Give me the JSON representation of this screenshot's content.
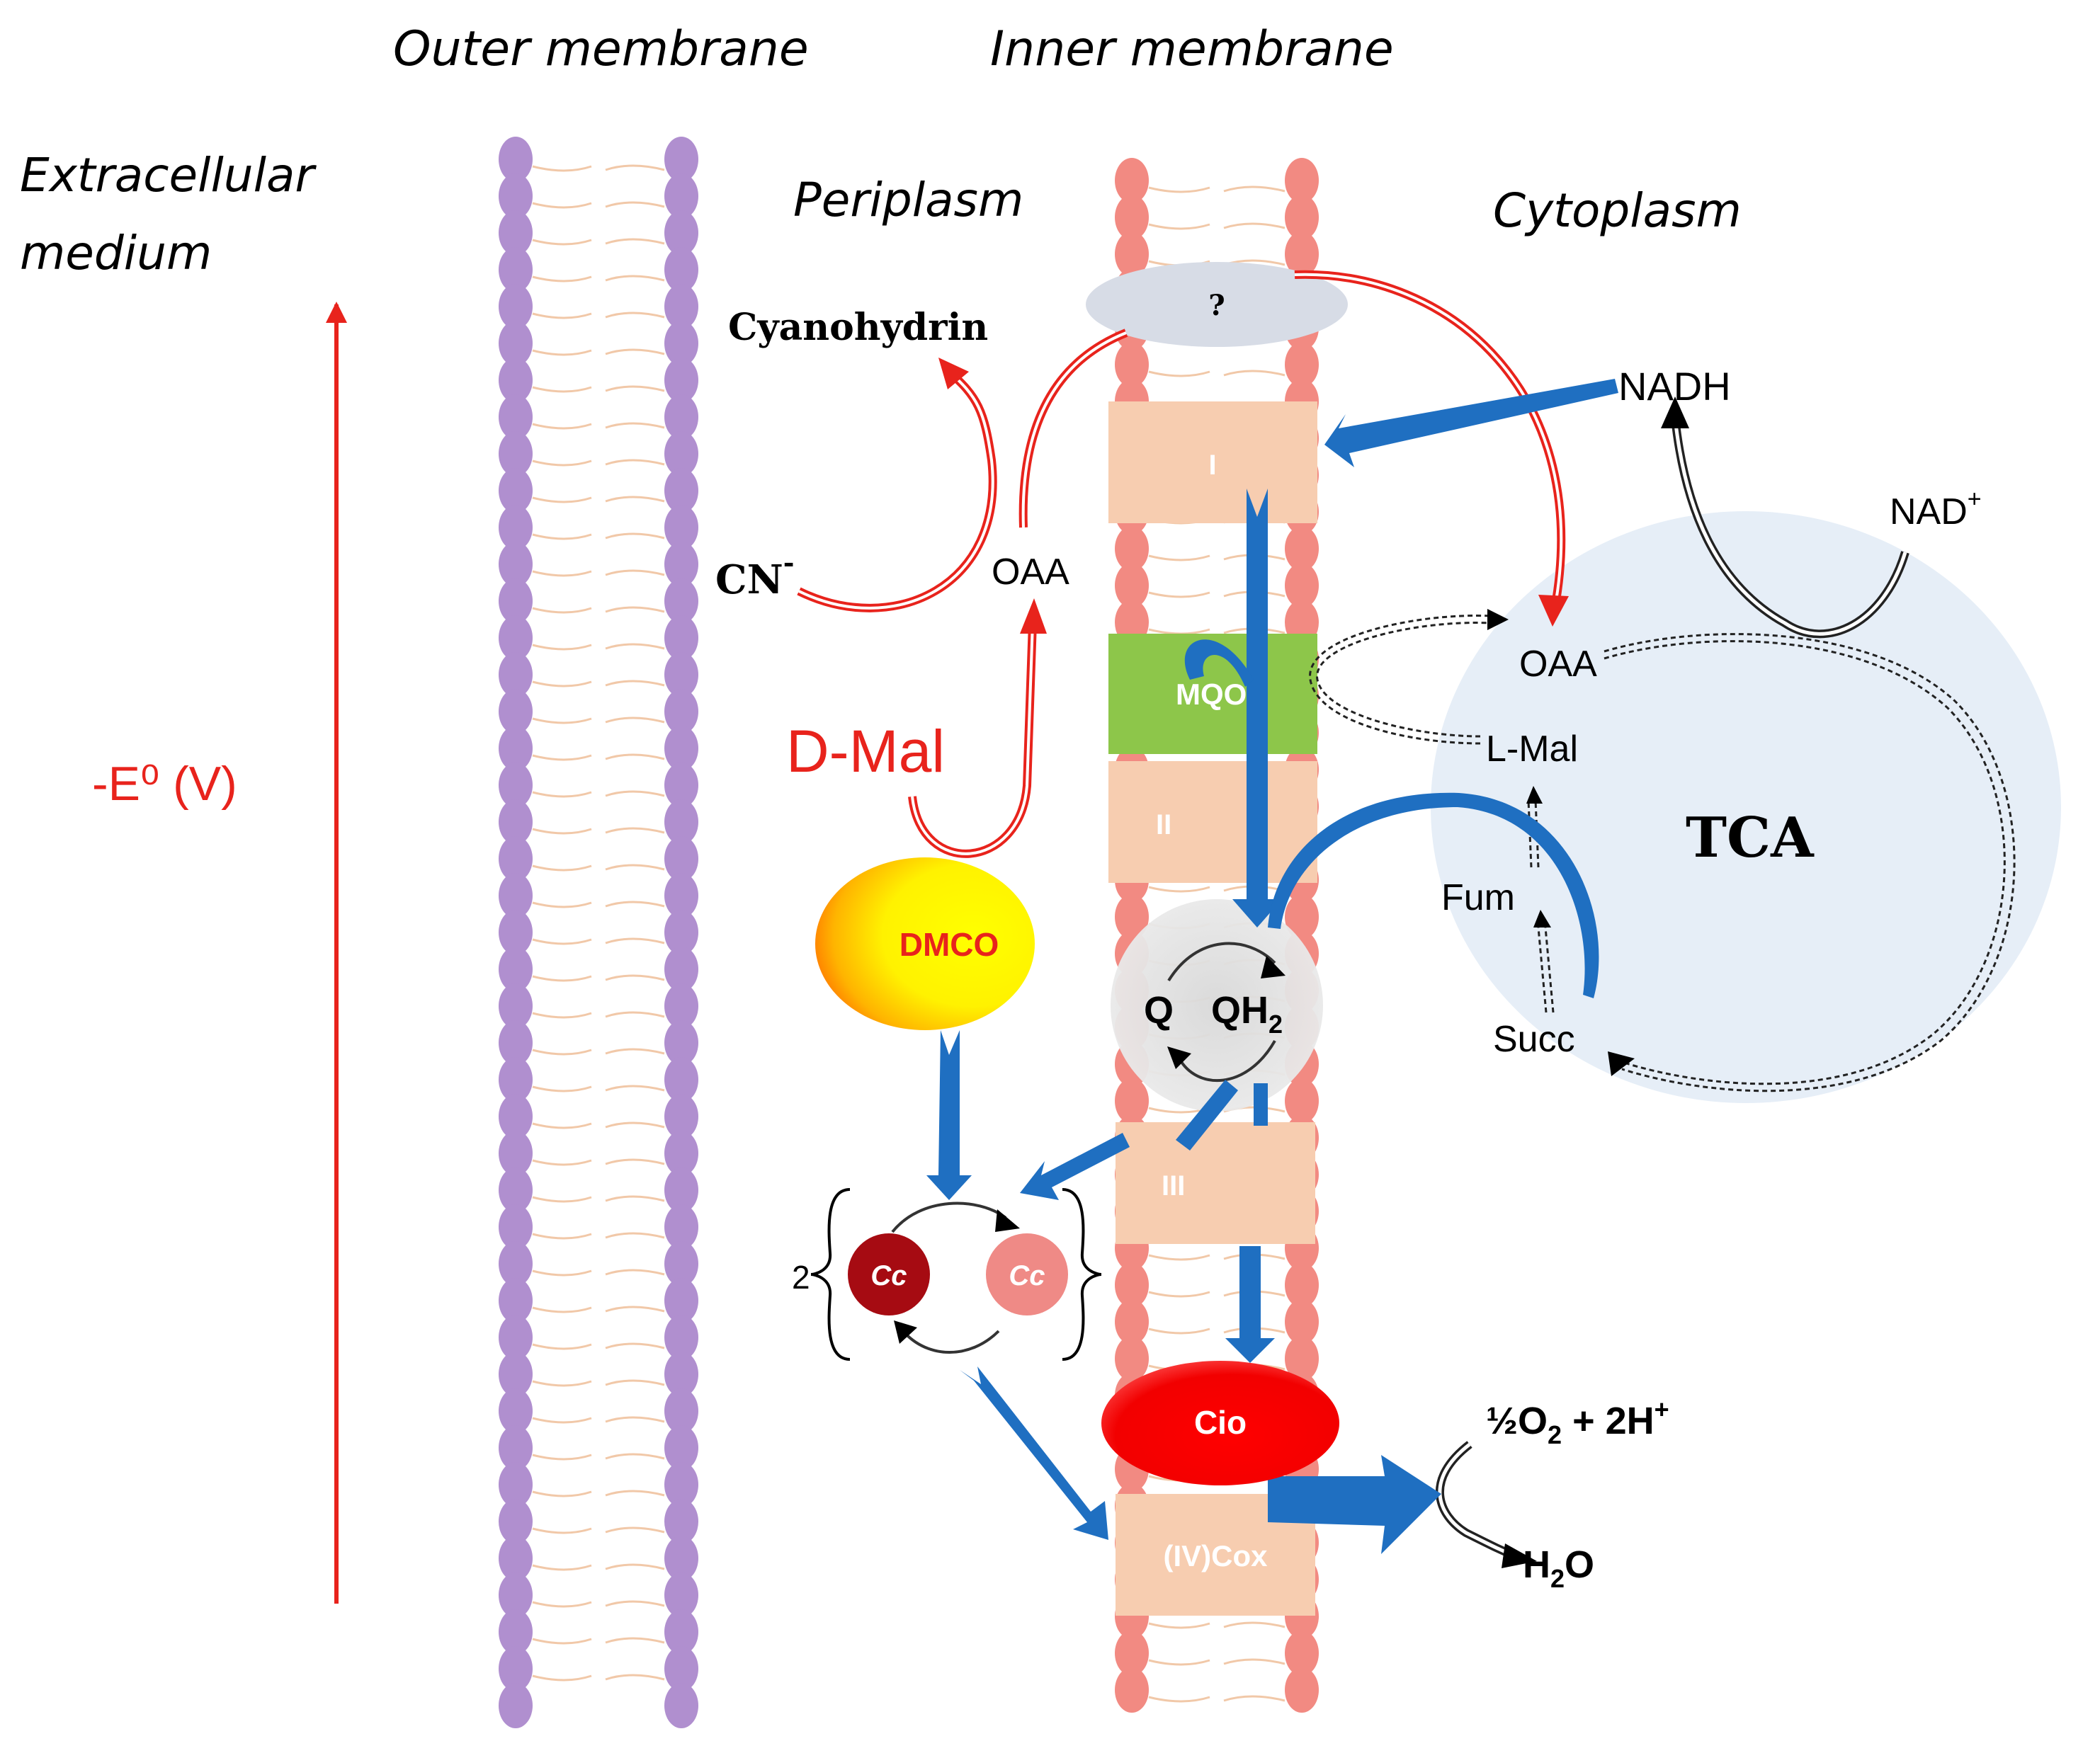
{
  "labels": {
    "outer_membrane": "Outer membrane",
    "inner_membrane": "Inner membrane",
    "extracellular_1": "Extracellular",
    "extracellular_2": "medium",
    "periplasm": "Periplasm",
    "cytoplasm": "Cytoplasm",
    "potential_axis": "-E⁰ (V)"
  },
  "complexes": {
    "unknown": "?",
    "complex_i": "I",
    "mqo": "MQO",
    "complex_ii": "II",
    "complex_iii": "III",
    "complex_iv": "(IV)Cox",
    "dmco": "DMCO",
    "cio": "Cio"
  },
  "metabolites": {
    "cyanohydrin": "Cyanohydrin",
    "cn": "CN",
    "cn_sup": "-",
    "oaa_periplasm": "OAA",
    "d_mal": "D-Mal",
    "nadh": "NADH",
    "nad": "NAD",
    "nad_sup": "+",
    "oaa_cytoplasm": "OAA",
    "l_mal": "L-Mal",
    "fum": "Fum",
    "succ": "Succ",
    "tca": "TCA",
    "q": "Q",
    "qh2": "QH",
    "qh2_sub": "2",
    "cc_ox": "Cc",
    "cc_red": "Cc",
    "cc_count": "2",
    "o2": "½O",
    "o2_sub": "2",
    "o2_rest": " + 2H",
    "o2_sup": "+",
    "h2o_h": "H",
    "h2o_sub": "2",
    "h2o_o": "O"
  },
  "colors": {
    "outer_membrane_head": "#b08fcf",
    "inner_membrane_head": "#f28a82",
    "complex_box": "#f7cdb0",
    "mqo": "#8dc64a",
    "electron_flow": "#1f6fc1",
    "d_mal_pathway": "#e8231c",
    "tca_circle": "#e6eef7",
    "cc_ox": "#a60b12",
    "cc_red": "#ef8a86",
    "unknown_ellipse": "#d7dce6"
  }
}
